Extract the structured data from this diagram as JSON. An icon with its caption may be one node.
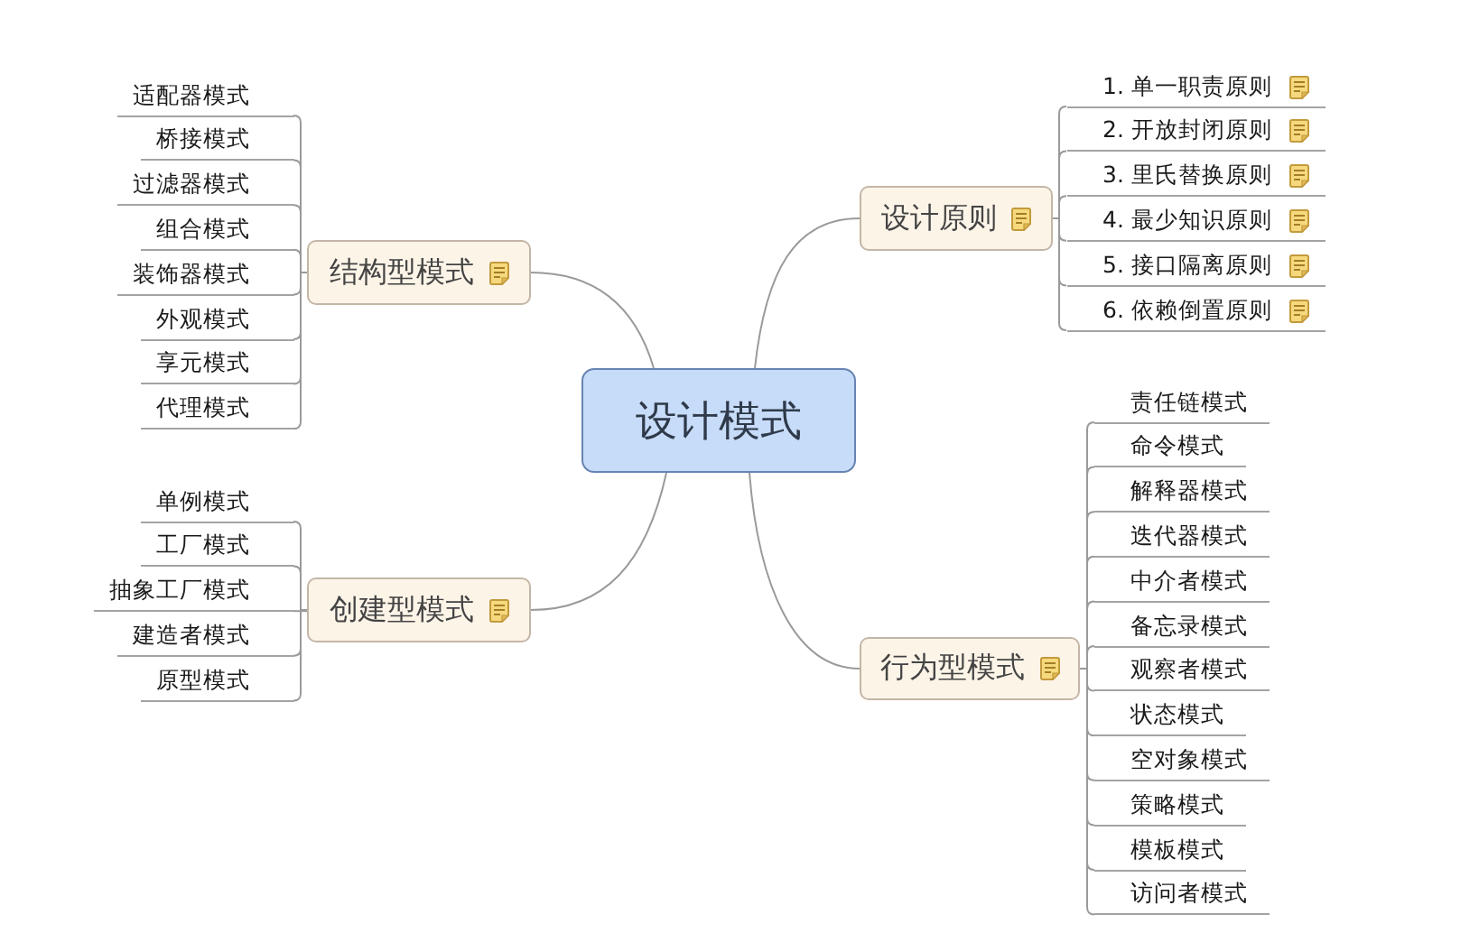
{
  "diagram": {
    "nodes": [
      {
        "text": [
          "设计模式"
        ]
      },
      {
        "text": [
          "设计原则"
        ]
      },
      {
        "text": [
          "1. 单一职责原则"
        ]
      },
      {
        "text": [
          "2. 开放封闭原则"
        ]
      },
      {
        "text": [
          "3. 里氏替换原则"
        ]
      },
      {
        "text": [
          "4. 最少知识原则"
        ]
      },
      {
        "text": [
          "5. 接口隔离原则"
        ]
      },
      {
        "text": [
          "6. 依赖倒置原则"
        ]
      },
      {
        "text": [
          "结构型模式"
        ]
      },
      {
        "text": [
          "适配器模式"
        ]
      },
      {
        "text": [
          "桥接模式"
        ]
      },
      {
        "text": [
          "过滤器模式"
        ]
      },
      {
        "text": [
          "组合模式"
        ]
      },
      {
        "text": [
          "装饰器模式"
        ]
      },
      {
        "text": [
          "外观模式"
        ]
      },
      {
        "text": [
          "享元模式"
        ]
      },
      {
        "text": [
          "代理模式"
        ]
      },
      {
        "text": [
          "创建型模式"
        ]
      },
      {
        "text": [
          "单例模式"
        ]
      },
      {
        "text": [
          "工厂模式"
        ]
      },
      {
        "text": [
          "抽象工厂模式"
        ]
      },
      {
        "text": [
          "建造者模式"
        ]
      },
      {
        "text": [
          "原型模式"
        ]
      },
      {
        "text": [
          "行为型模式"
        ]
      },
      {
        "text": [
          "责任链模式"
        ]
      },
      {
        "text": [
          "命令模式"
        ]
      },
      {
        "text": [
          "解释器模式"
        ]
      },
      {
        "text": [
          "迭代器模式"
        ]
      },
      {
        "text": [
          "中介者模式"
        ]
      },
      {
        "text": [
          "备忘录模式"
        ]
      },
      {
        "text": [
          "观察者模式"
        ]
      },
      {
        "text": [
          "状态模式"
        ]
      },
      {
        "text": [
          "空对象模式"
        ]
      },
      {
        "text": [
          "策略模式"
        ]
      },
      {
        "text": [
          "模板模式"
        ]
      },
      {
        "text": [
          "访问者模式"
        ]
      }
    ],
    "edges": [
      {
        "from": 0,
        "to": 1,
        "arrow": "none"
      },
      {
        "from": 1,
        "to": 2,
        "arrow": "none"
      },
      {
        "from": 1,
        "to": 3,
        "arrow": "none"
      },
      {
        "from": 1,
        "to": 4,
        "arrow": "none"
      },
      {
        "from": 1,
        "to": 5,
        "arrow": "none"
      },
      {
        "from": 1,
        "to": 6,
        "arrow": "none"
      },
      {
        "from": 1,
        "to": 7,
        "arrow": "none"
      },
      {
        "from": 0,
        "to": 8,
        "arrow": "none"
      },
      {
        "from": 8,
        "to": 9,
        "arrow": "none"
      },
      {
        "from": 8,
        "to": 10,
        "arrow": "none"
      },
      {
        "from": 8,
        "to": 11,
        "arrow": "none"
      },
      {
        "from": 8,
        "to": 12,
        "arrow": "none"
      },
      {
        "from": 8,
        "to": 13,
        "arrow": "none"
      },
      {
        "from": 8,
        "to": 14,
        "arrow": "none"
      },
      {
        "from": 8,
        "to": 15,
        "arrow": "none"
      },
      {
        "from": 8,
        "to": 16,
        "arrow": "none"
      },
      {
        "from": 0,
        "to": 17,
        "arrow": "none"
      },
      {
        "from": 17,
        "to": 18,
        "arrow": "none"
      },
      {
        "from": 17,
        "to": 19,
        "arrow": "none"
      },
      {
        "from": 17,
        "to": 20,
        "arrow": "none"
      },
      {
        "from": 17,
        "to": 21,
        "arrow": "none"
      },
      {
        "from": 17,
        "to": 22,
        "arrow": "none"
      },
      {
        "from": 0,
        "to": 23,
        "arrow": "none"
      },
      {
        "from": 23,
        "to": 24,
        "arrow": "none"
      },
      {
        "from": 23,
        "to": 25,
        "arrow": "none"
      },
      {
        "from": 23,
        "to": 26,
        "arrow": "none"
      },
      {
        "from": 23,
        "to": 27,
        "arrow": "none"
      },
      {
        "from": 23,
        "to": 28,
        "arrow": "none"
      },
      {
        "from": 23,
        "to": 29,
        "arrow": "none"
      },
      {
        "from": 23,
        "to": 30,
        "arrow": "none"
      },
      {
        "from": 23,
        "to": 31,
        "arrow": "none"
      },
      {
        "from": 23,
        "to": 32,
        "arrow": "none"
      },
      {
        "from": 23,
        "to": 33,
        "arrow": "none"
      },
      {
        "from": 23,
        "to": 34,
        "arrow": "none"
      },
      {
        "from": 23,
        "to": 35,
        "arrow": "none"
      }
    ]
  }
}
